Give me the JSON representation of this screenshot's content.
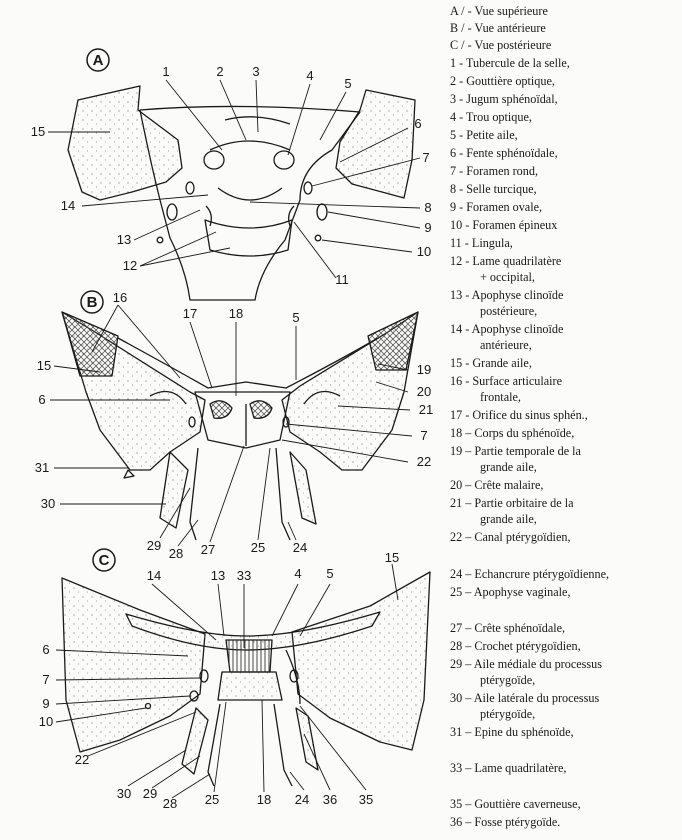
{
  "views": {
    "A": "A",
    "B": "B",
    "C": "C"
  },
  "legend": [
    {
      "text": "A / - Vue supérieure"
    },
    {
      "text": "B / - Vue antérieure"
    },
    {
      "text": "C / - Vue postérieure"
    },
    {
      "text": "1 -  Tubercule de la selle,"
    },
    {
      "text": "2 -  Gouttière optique,"
    },
    {
      "text": "3 -  Jugum  sphénoïdal,"
    },
    {
      "text": "4 -  Trou optique,"
    },
    {
      "text": "5 -  Petite aile,"
    },
    {
      "text": "6 -  Fente  sphénoïdale,"
    },
    {
      "text": "7 -  Foramen rond,"
    },
    {
      "text": "8 - Selle turcique,"
    },
    {
      "text": "9 - Foramen ovale,"
    },
    {
      "text": "10 - Foramen épineux"
    },
    {
      "text": "11 - Lingula,"
    },
    {
      "text": "12 - Lame quadrilatère"
    },
    {
      "text": "+ occipital,",
      "cont": true
    },
    {
      "text": "13 - Apophyse clinoïde"
    },
    {
      "text": "postérieure,",
      "cont": true
    },
    {
      "text": "14 - Apophyse clinoïde"
    },
    {
      "text": "antérieure,",
      "cont": true
    },
    {
      "text": "15 - Grande aile,"
    },
    {
      "text": "16 -  Surface articulaire"
    },
    {
      "text": "frontale,",
      "cont": true
    },
    {
      "text": "17 -  Orifice du sinus sphén.,"
    },
    {
      "text": "18 – Corps du sphénoïde,"
    },
    {
      "text": "19 – Partie temporale de la"
    },
    {
      "text": "grande aile,",
      "cont": true
    },
    {
      "text": "20 – Crête malaire,"
    },
    {
      "text": "21 – Partie orbitaire de la"
    },
    {
      "text": "grande aile,",
      "cont": true
    },
    {
      "text": "22 – Canal ptérygoïdien,"
    },
    {
      "text": "24 – Echancrure ptérygoïdienne,"
    },
    {
      "text": "25 – Apophyse vaginale,"
    },
    {
      "text": "27 – Crête sphénoïdale,"
    },
    {
      "text": "28 – Crochet ptérygoïdien,"
    },
    {
      "text": "29 – Aile médiale du processus"
    },
    {
      "text": "ptérygoïde,",
      "cont": true
    },
    {
      "text": "30 – Aile latérale du processus"
    },
    {
      "text": "ptérygoïde,",
      "cont": true
    },
    {
      "text": "31 – Epine du sphénoïde,"
    },
    {
      "text": "33 – Lame quadrilatère,"
    },
    {
      "text": "35 – Gouttière caverneuse,"
    },
    {
      "text": "36 – Fosse ptérygoïde."
    }
  ],
  "callouts": {
    "A": [
      "1",
      "2",
      "3",
      "4",
      "5",
      "6",
      "7",
      "8",
      "9",
      "10",
      "11",
      "12",
      "13",
      "14",
      "15"
    ],
    "B": [
      "16",
      "17",
      "18",
      "5",
      "15",
      "19",
      "20",
      "6",
      "21",
      "7",
      "22",
      "31",
      "30",
      "29",
      "28",
      "27",
      "25",
      "24"
    ],
    "C": [
      "14",
      "13",
      "33",
      "4",
      "5",
      "15",
      "6",
      "7",
      "9",
      "10",
      "22",
      "30",
      "29",
      "28",
      "25",
      "18",
      "24",
      "36",
      "35"
    ]
  }
}
